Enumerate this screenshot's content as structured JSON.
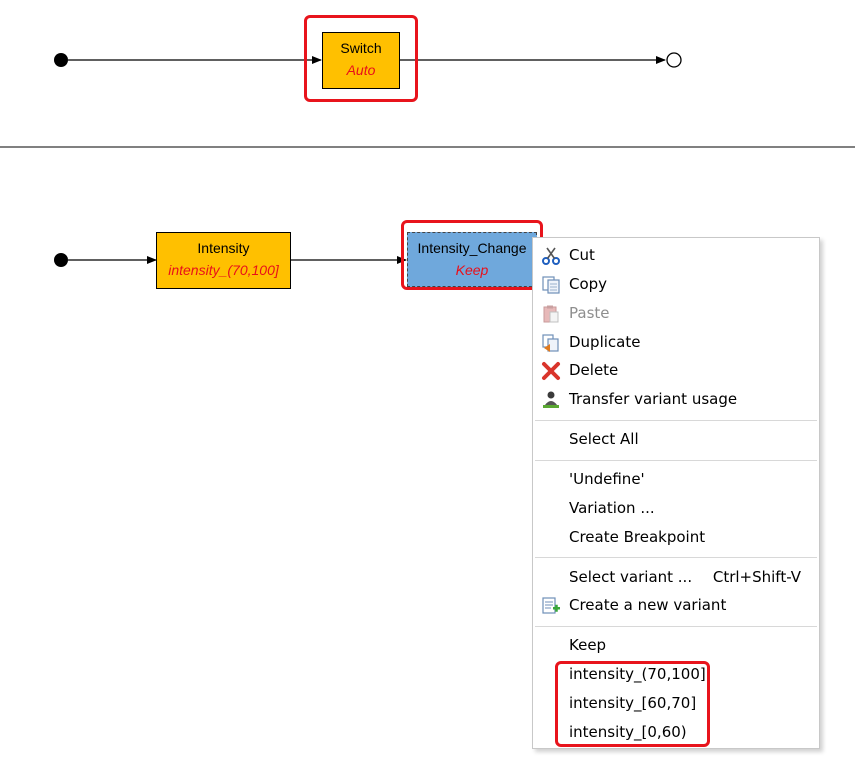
{
  "diagram1": {
    "node": {
      "type": "Switch",
      "variant": "Auto"
    }
  },
  "diagram2": {
    "node1": {
      "type": "Intensity",
      "variant": "intensity_(70,100]"
    },
    "node2": {
      "type": "Intensity_Change",
      "variant": "Keep"
    }
  },
  "menu": {
    "cut": "Cut",
    "copy": "Copy",
    "paste": "Paste",
    "duplicate": "Duplicate",
    "delete": "Delete",
    "transfer": "Transfer variant usage",
    "select_all": "Select All",
    "undefine": "'Undefine'",
    "variation": "Variation ...",
    "create_breakpoint": "Create Breakpoint",
    "select_variant": "Select variant ...",
    "select_variant_shortcut": "Ctrl+Shift-V",
    "create_new_variant": "Create a new variant",
    "variant_keep": "Keep",
    "variant_70_100": "intensity_(70,100]",
    "variant_60_70": "intensity_[60,70]",
    "variant_0_60": "intensity_[0,60)"
  },
  "colors": {
    "node_yellow": "#ffc000",
    "node_blue": "#6fa8dc",
    "variant_text": "#e8101a",
    "highlight": "#e8141c"
  }
}
